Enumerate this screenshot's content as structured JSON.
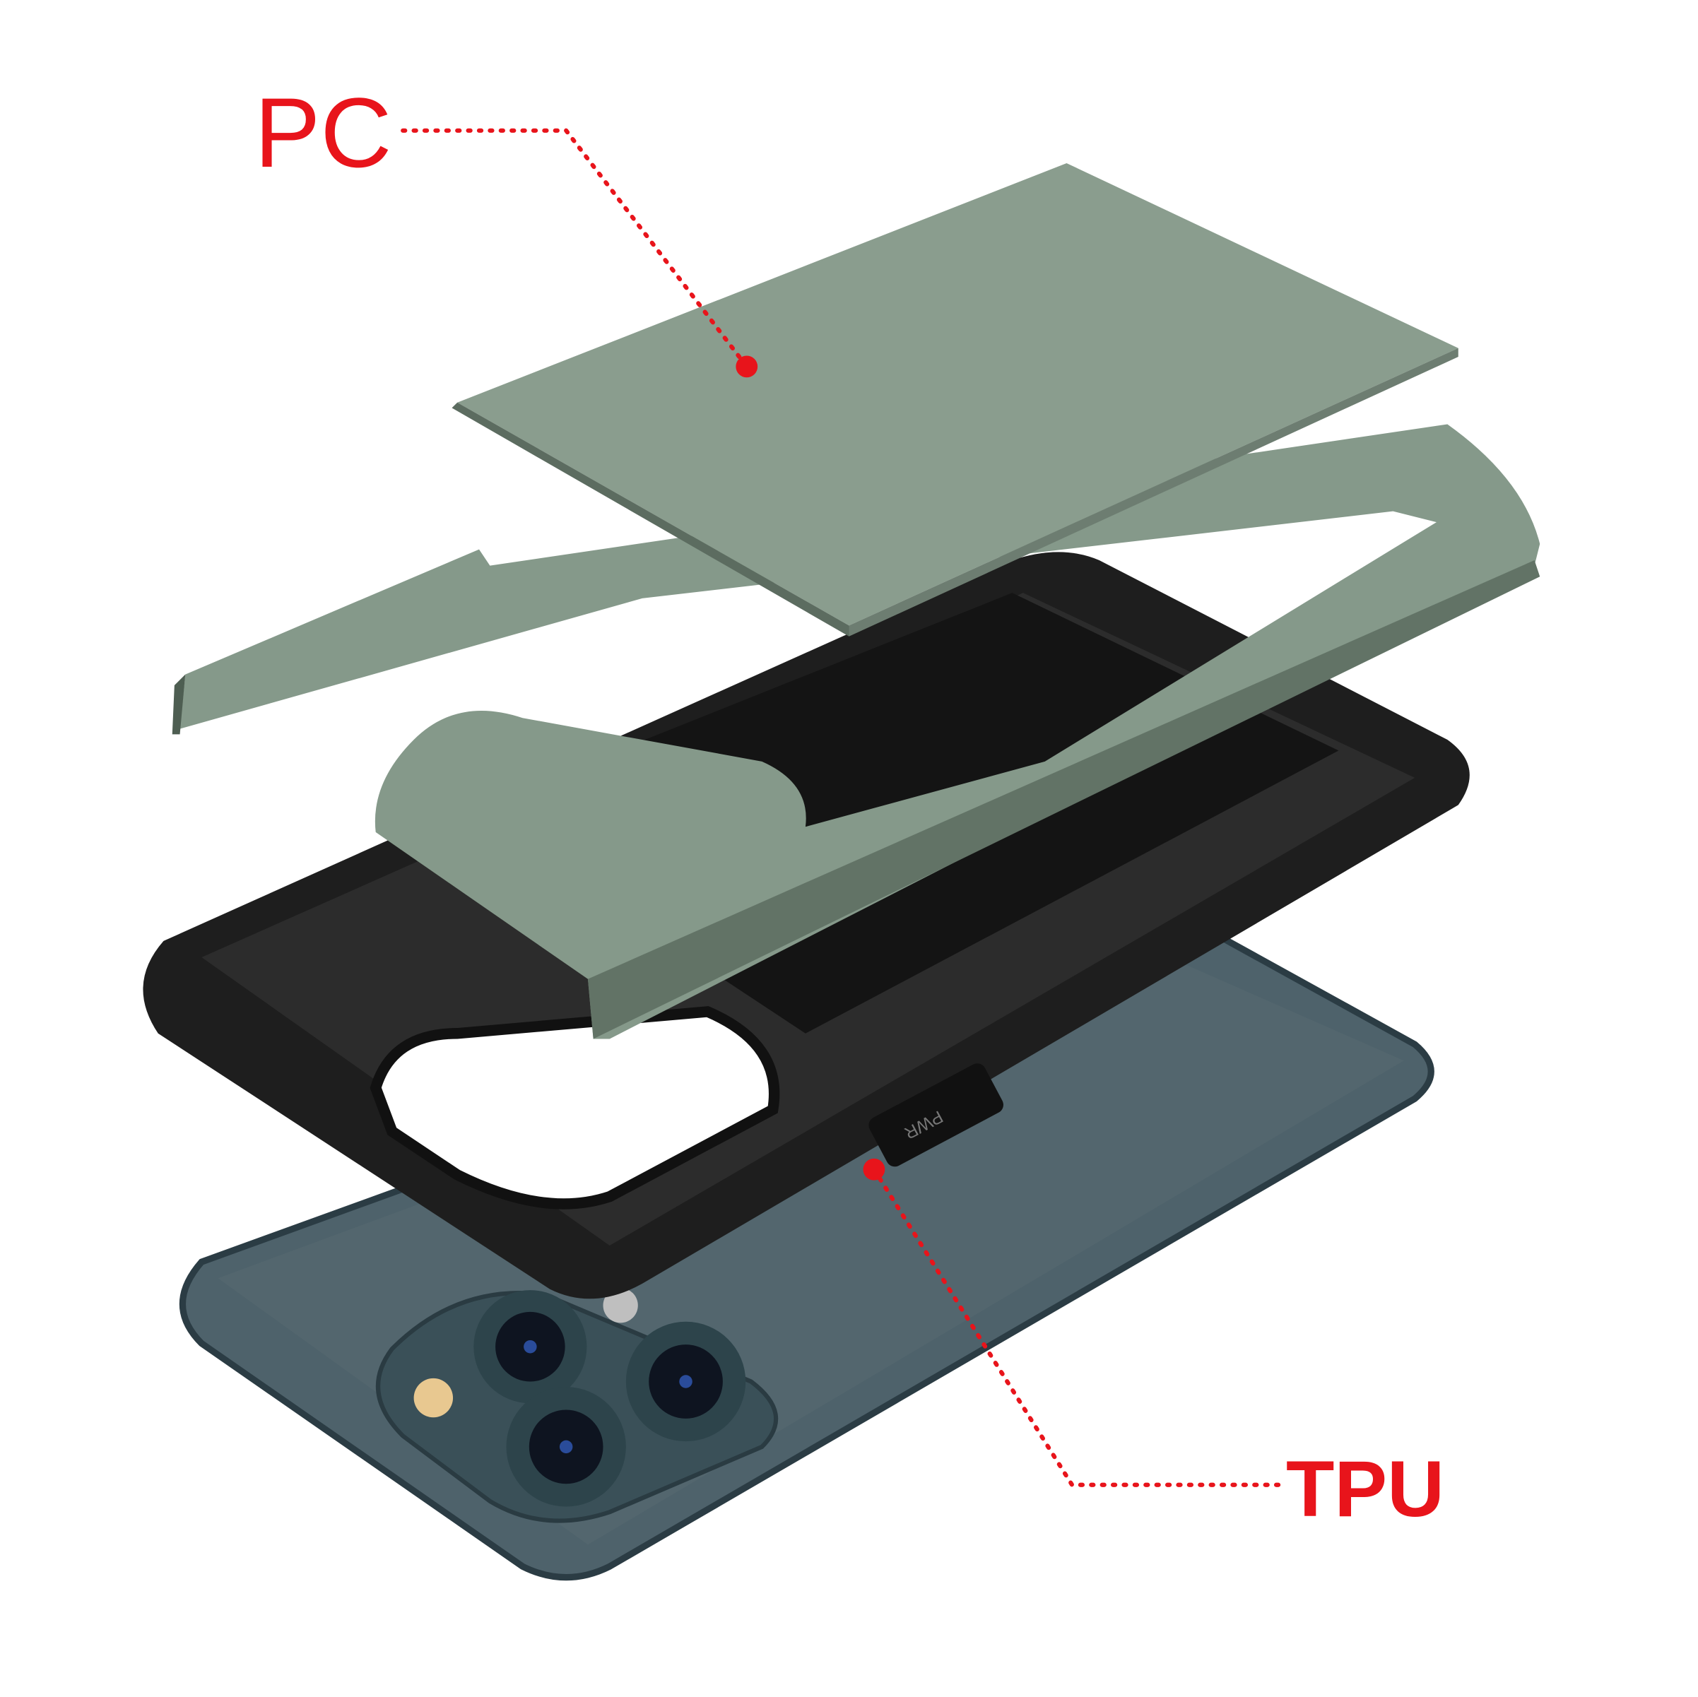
{
  "labels": {
    "pc": "PC",
    "tpu": "TPU"
  },
  "button_text": "PWR",
  "colors": {
    "label": "#e8141b",
    "pc_green": "#85998a",
    "tpu_black": "#1e1e1e",
    "phone": "#4e626b"
  }
}
